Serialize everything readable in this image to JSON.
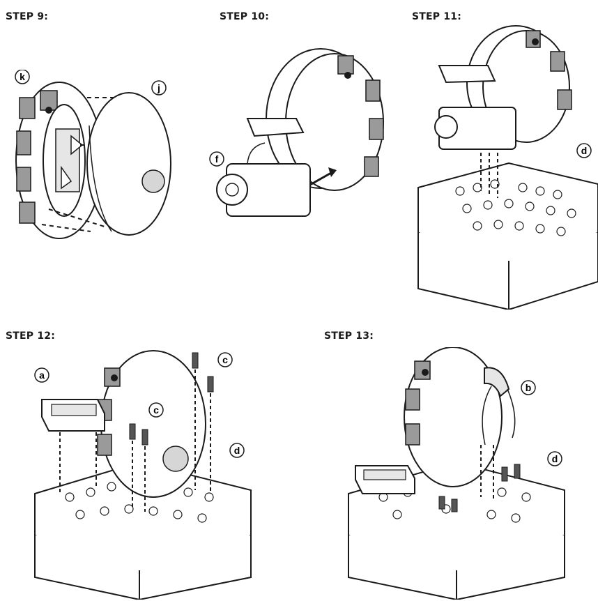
{
  "steps": [
    {
      "title": "STEP 9:",
      "callouts": [
        "k",
        "j"
      ]
    },
    {
      "title": "STEP 10:",
      "callouts": [
        "f"
      ]
    },
    {
      "title": "STEP 11:",
      "callouts": [
        "d"
      ]
    },
    {
      "title": "STEP 12:",
      "callouts": [
        "a",
        "c",
        "c",
        "d"
      ]
    },
    {
      "title": "STEP 13:",
      "callouts": [
        "b",
        "d"
      ]
    }
  ],
  "colors": {
    "ink": "#1a1a1a",
    "tread_gray": "#9a9a9a",
    "shade": "#d6d6d6"
  }
}
